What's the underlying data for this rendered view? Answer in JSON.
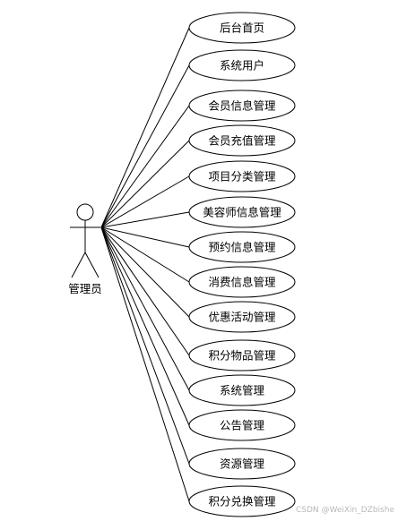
{
  "actor": {
    "label": "管理员"
  },
  "use_cases": [
    {
      "label": "后台首页"
    },
    {
      "label": "系统用户"
    },
    {
      "label": "会员信息管理"
    },
    {
      "label": "会员充值管理"
    },
    {
      "label": "项目分类管理"
    },
    {
      "label": "美容师信息管理"
    },
    {
      "label": "预约信息管理"
    },
    {
      "label": "消费信息管理"
    },
    {
      "label": "优惠活动管理"
    },
    {
      "label": "积分物品管理"
    },
    {
      "label": "系统管理"
    },
    {
      "label": "公告管理"
    },
    {
      "label": "资源管理"
    },
    {
      "label": "积分兑换管理"
    }
  ],
  "watermark": "CSDN @WeiXin_DZbishe",
  "colors": {
    "stroke": "#000000",
    "background": "#ffffff",
    "watermark": "#b8b8b8"
  }
}
